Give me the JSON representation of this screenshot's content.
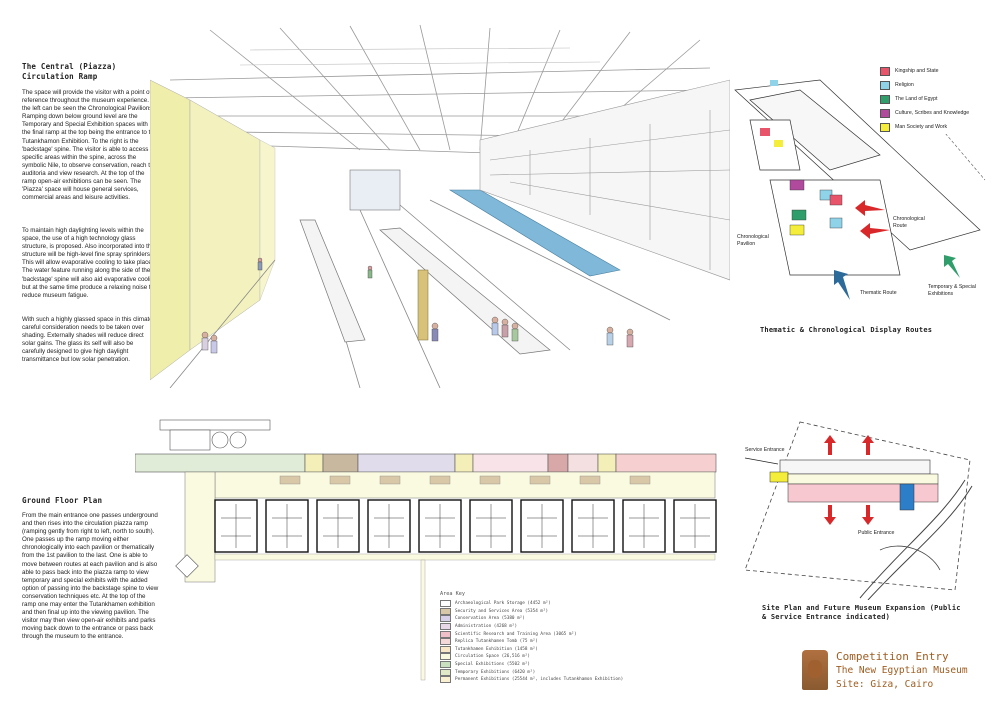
{
  "piazza": {
    "title": "The Central (Piazza) Circulation Ramp",
    "para1": "The space will provide the visitor with a point of reference throughout the museum experience. To the left can be seen the Chronological Pavilions. Ramping down below ground level are the Temporary and Special Exhibition spaces with the final ramp at the top being the entrance to the Tutankhamon Exhibition. To the right is the 'backstage' spine. The visitor is able to access specific areas within the spine, across the symbolic Nile, to observe conservation, reach the auditoria and view research. At the top of the ramp open-air exhibitions can be seen. The 'Piazza' space will house general services, commercial areas and leisure activities.",
    "para2": "To maintain high daylighting levels within the space, the use of a high technology glass structure, is proposed. Also incorporated into the structure will be high-level fine spray sprinklers. This will allow evaporative cooling to take place. The water feature running along the side of the 'backstage' spine will also aid evaporative cooling but at the same time produce a relaxing noise to reduce museum fatigue.",
    "para3": "With such a highly glassed space in this climate careful consideration needs to be taken over shading. Externally shades will reduce direct solar gains. The glass its self will also be carefully designed to give high daylight transmittance but low solar penetration."
  },
  "ground_floor": {
    "title": "Ground Floor Plan",
    "text": "From the main entrance one passes underground and then rises into the circulation piazza ramp (ramping gently from right to left, north to south). One passes up the ramp moving either chronologically into each pavilion or thematically from the 1st pavilion to the last. One is able to move between routes at each pavilion and is also able to pass back into the piazza ramp to view temporary and special exhibits with the added option of passing into the backstage spine to view conservation techniques etc. At the top of the ramp one may enter the Tutankhamen exhibition and then final up into the viewing pavilion. The visitor may then view open-air exhibits and parks moving back down to the entrance or pass back through the museum to the entrance."
  },
  "routes": {
    "caption": "Thematic & Chronological Display Routes",
    "legend": [
      {
        "label": "Kingship and State",
        "color": "#e8556b"
      },
      {
        "label": "Religion",
        "color": "#8fd3e8"
      },
      {
        "label": "The Land of Egypt",
        "color": "#2f9e6a"
      },
      {
        "label": "Culture, Scribes and Knowledge",
        "color": "#b04a9c"
      },
      {
        "label": "Man Society and Work",
        "color": "#f4ee3a"
      }
    ],
    "annotations": {
      "chronological_pavilion": "Chronological Pavilion",
      "chronological_route": "Chronological Route",
      "thematic_route": "Thematic Route",
      "temporary": "Temporary & Special Exhibitions"
    }
  },
  "site_plan": {
    "caption": "Site Plan and Future Museum Expansion (Public & Service Entrance indicated)",
    "service_entrance": "Service Entrance",
    "public_entrance": "Public Entrance"
  },
  "area_key": {
    "title": "Area Key",
    "items": [
      {
        "label": "Archaeological Park Storage (4452 m²)",
        "color": "#ffffff"
      },
      {
        "label": "Security and Services Area (5354 m²)",
        "color": "#d8c8a8"
      },
      {
        "label": "Conservation Area (5380 m²)",
        "color": "#d8d0e8"
      },
      {
        "label": "Administration (4268 m²)",
        "color": "#e8d8e8"
      },
      {
        "label": "Scientific Research and Training Area (3065 m²)",
        "color": "#f0c0c8"
      },
      {
        "label": "Replica Tutankhamen Tomb (75 m²)",
        "color": "#f4d8d8"
      },
      {
        "label": "Tutankhamen Exhibition (1458 m²)",
        "color": "#f8e8c8"
      },
      {
        "label": "Circulation Space (26,516 m²)",
        "color": "#fafae0"
      },
      {
        "label": "Special Exhibitions (5502 m²)",
        "color": "#c8e0c0"
      },
      {
        "label": "Temporary Exhibitions (6420 m²)",
        "color": "#e0e8c8"
      },
      {
        "label": "Permanent Exhibitions (25544 m², includes Tutankhamon Exhibition)",
        "color": "#f8f0d0"
      }
    ]
  },
  "competition": {
    "line1": "Competition Entry",
    "line2": "The New Egyptian Museum",
    "line3": "Site: Giza, Cairo"
  },
  "colors": {
    "accent": "#a05c20",
    "yellow_wall": "#efeeaa",
    "water": "#7fb8d8"
  }
}
